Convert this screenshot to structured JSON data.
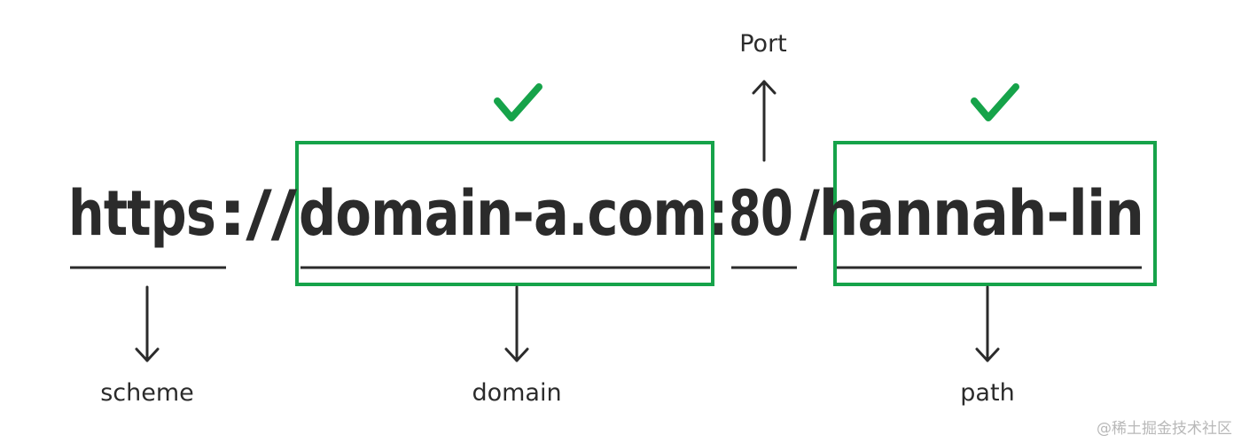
{
  "url": {
    "scheme": "https",
    "separator": "://",
    "domain": "domain-a.com",
    "port_separator": ":",
    "port": "80",
    "path": "/hannah-lin"
  },
  "labels": {
    "scheme": "scheme",
    "domain": "domain",
    "port": "Port",
    "path": "path"
  },
  "watermark": "@稀土掘金技术社区",
  "colors": {
    "text": "#2b2b2b",
    "highlight": "#16a34a",
    "line": "#2b2b2b",
    "watermark": "#b8b8b8"
  },
  "icons": [
    "check-icon",
    "arrow-down-icon",
    "arrow-up-icon"
  ]
}
